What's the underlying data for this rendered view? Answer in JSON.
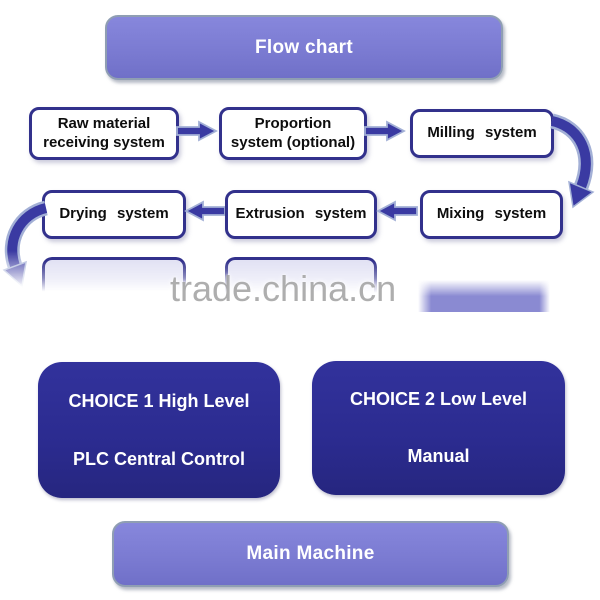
{
  "colors": {
    "purple": "#7b7bd2",
    "purpleBorder": "#8f9eb3",
    "navy": "#2b2b8f",
    "boxBorder": "#32318c",
    "arrow": "#3a3aa2",
    "arrowOutline": "#a3b0d6",
    "lavender": "#e2e2f4",
    "bar": "#8a8ad2",
    "watermark": "#a8a8a8"
  },
  "header": {
    "title": "Flow chart"
  },
  "process": {
    "row1": {
      "raw": "Raw material\nreceiving system",
      "proportion": "Proportion\nsystem (optional)",
      "milling": "Milling system"
    },
    "row2": {
      "drying": "Drying system",
      "extrusion": "Extrusion system",
      "mixing": "Mixing system"
    }
  },
  "watermark": {
    "text": "trade.china.cn"
  },
  "choices": {
    "choice1": {
      "line1": "CHOICE 1 High Level",
      "line2": "PLC Central Control"
    },
    "choice2": {
      "line1": "CHOICE 2 Low Level",
      "line2": "Manual"
    }
  },
  "footer": {
    "title": "Main Machine"
  }
}
